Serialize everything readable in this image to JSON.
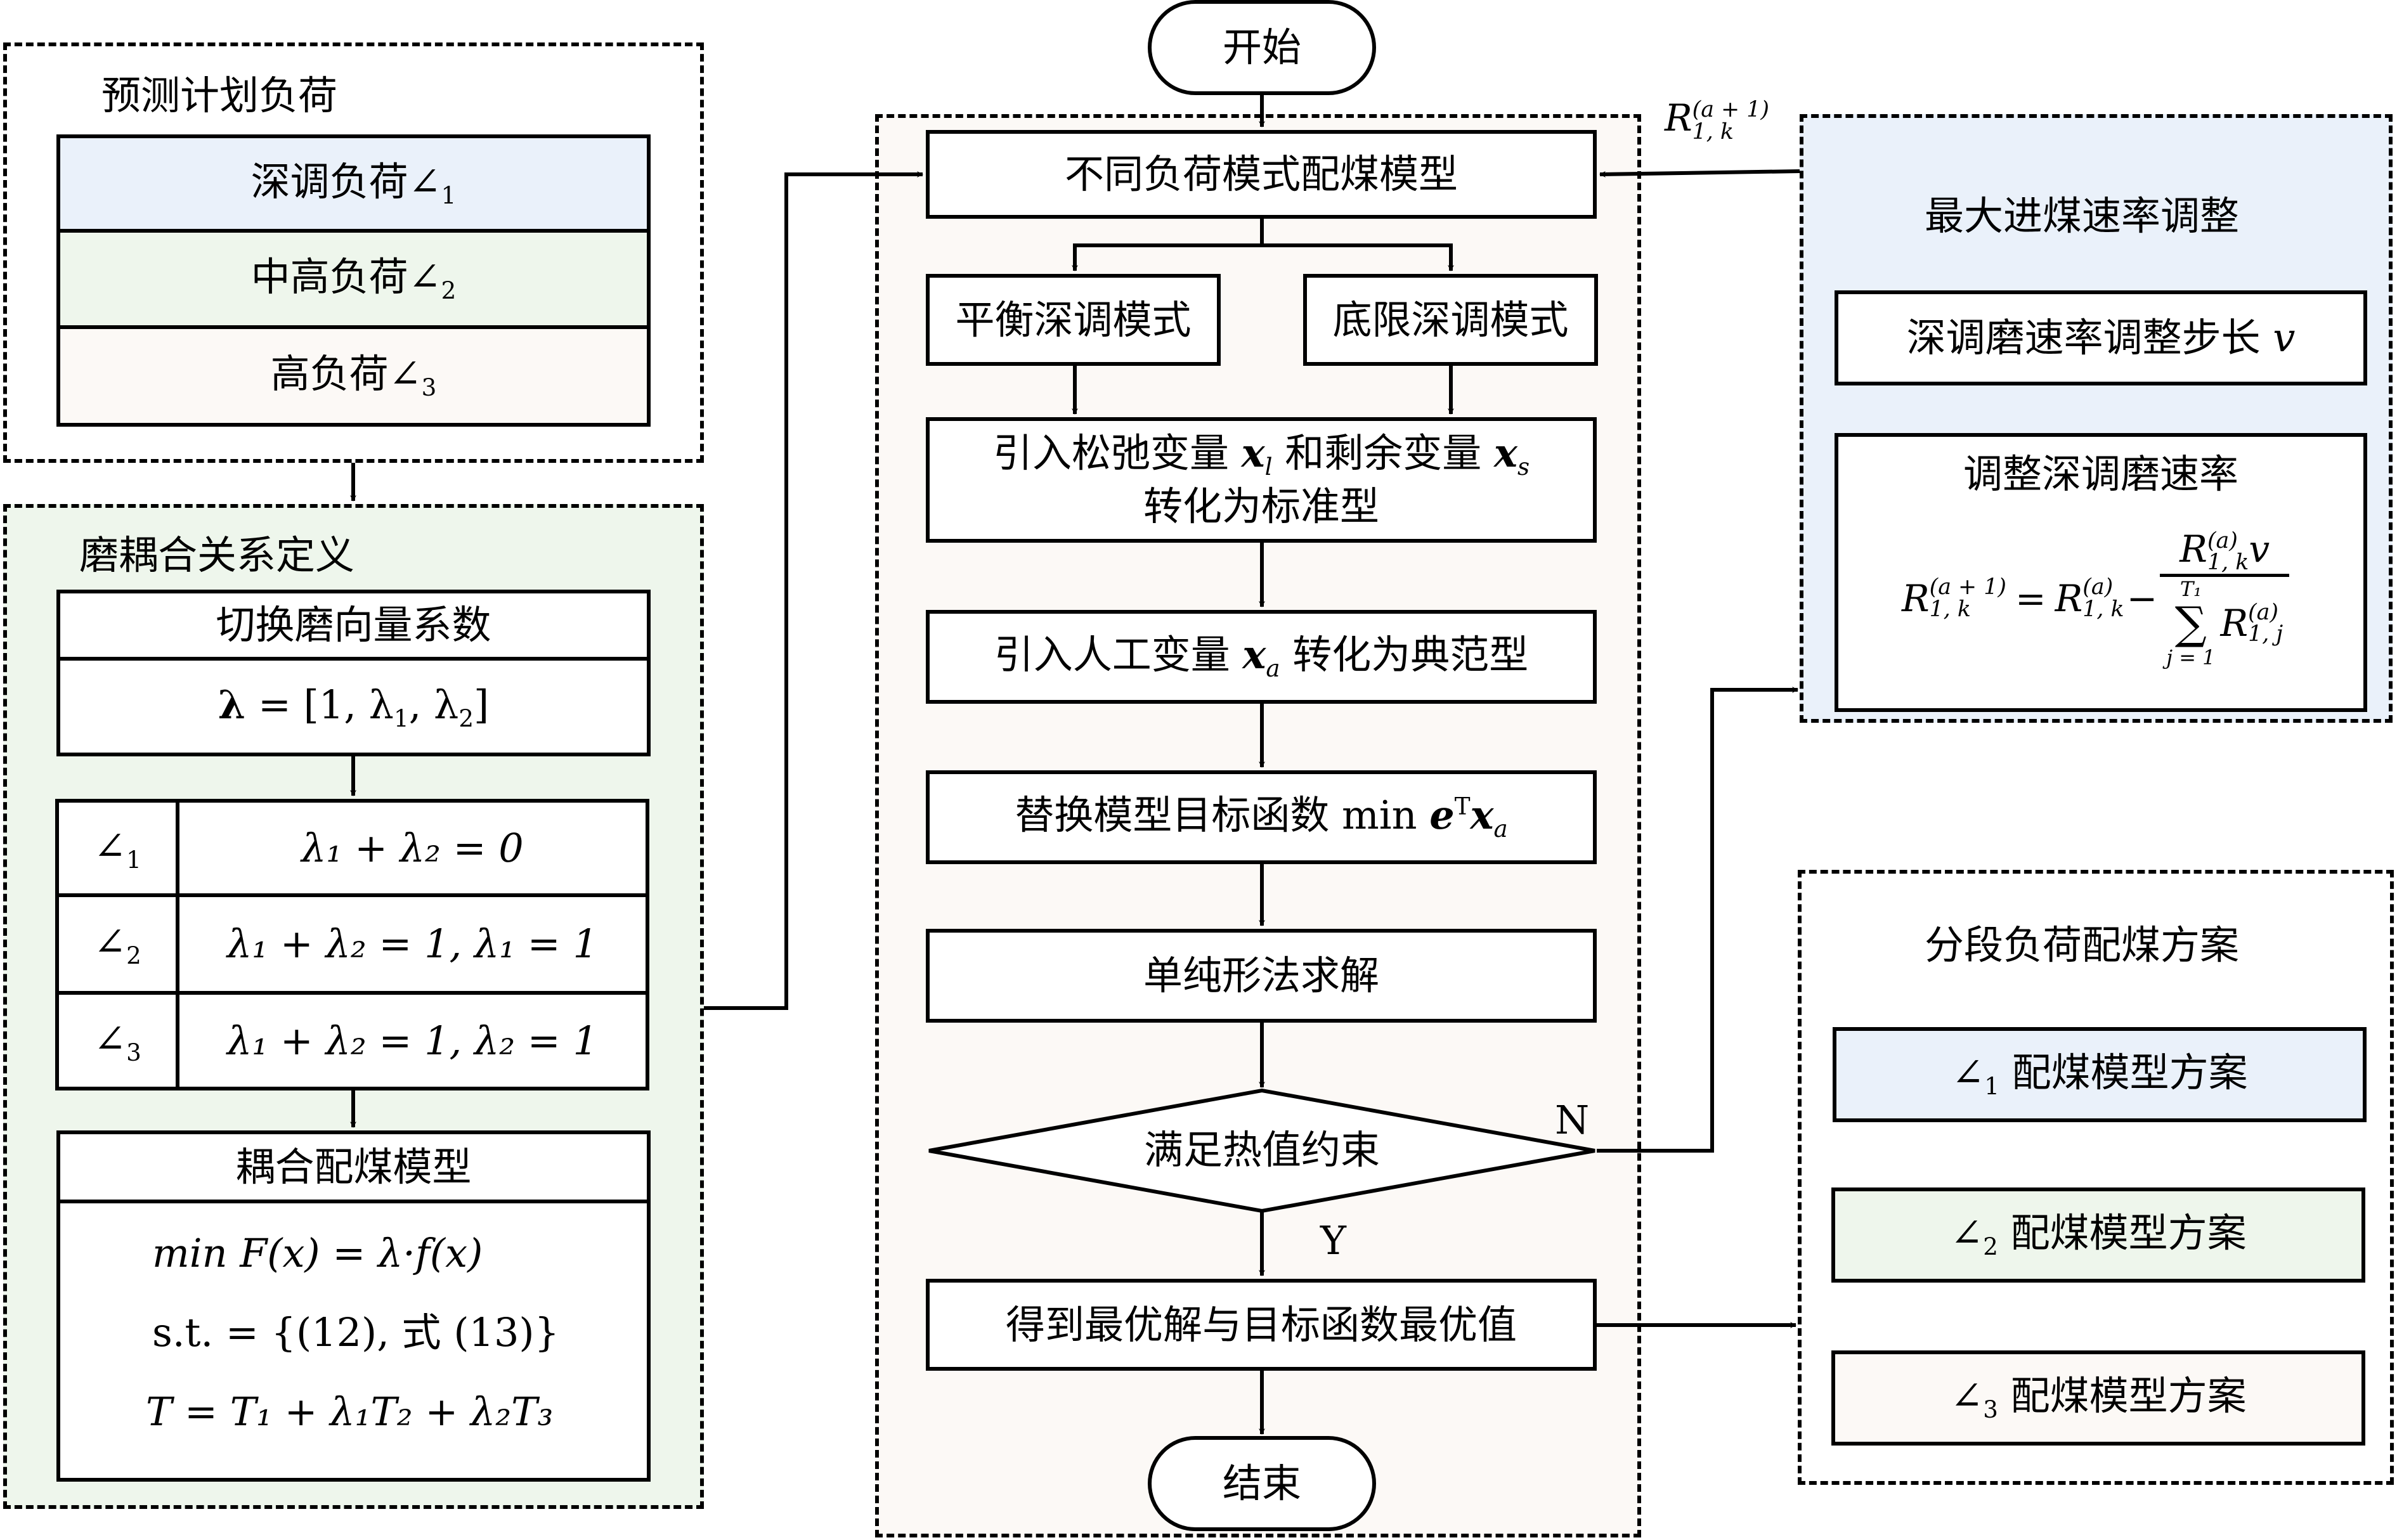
{
  "colors": {
    "blue_fill": "#eaf1fa",
    "green_fill": "#eef6ec",
    "beige_fill": "#fcf9f6",
    "stroke": "#000000"
  },
  "forecast_load": {
    "title": "预测计划负荷",
    "rows": [
      {
        "label": "深调负荷",
        "symbol": "∠",
        "index": "1"
      },
      {
        "label": "中高负荷",
        "symbol": "∠",
        "index": "2"
      },
      {
        "label": "高负荷",
        "symbol": "∠",
        "index": "3"
      }
    ]
  },
  "coupling": {
    "title": "磨耦合关系定义",
    "vector_header": "切换磨向量系数",
    "vector_formula": {
      "lhs": "λ",
      "eq": " = [1, λ",
      "s1": "1",
      "mid": ", λ",
      "s2": "2",
      "end": "]"
    },
    "conditions": [
      {
        "symbol": "∠",
        "index": "1",
        "expr": "λ₁ + λ₂ = 0"
      },
      {
        "symbol": "∠",
        "index": "2",
        "expr": "λ₁ + λ₂ = 1, λ₁ = 1"
      },
      {
        "symbol": "∠",
        "index": "3",
        "expr": "λ₁ + λ₂ = 1, λ₂ = 1"
      }
    ],
    "model_header": "耦合配煤模型",
    "model_lines": [
      "min F(x) = λ·f(x)",
      "s.t. = {(12), 式 (13)}",
      "T = T₁ + λ₁T₂ + λ₂T₃"
    ]
  },
  "flow": {
    "start": "开始",
    "end": "结束",
    "node_models": "不同负荷模式配煤模型",
    "mode_balance": "平衡深调模式",
    "mode_floor": "底限深调模式",
    "node_slack": {
      "line1_a": "引入松弛变量 ",
      "x": "x",
      "sub_l": "l",
      "line1_b": " 和剩余变量 ",
      "sub_s": "s",
      "line2": "转化为标准型"
    },
    "node_artificial": {
      "a": "引入人工变量 ",
      "x": "x",
      "sub": "a",
      "b": " 转化为典范型"
    },
    "node_objective": {
      "a": "替换模型目标函数 min ",
      "e": "e",
      "sup": "T",
      "x": "x",
      "sub": "a"
    },
    "node_simplex": "单纯形法求解",
    "decision": "满足热值约束",
    "yes": "Y",
    "no": "N",
    "node_optimal": "得到最优解与目标函数最优值"
  },
  "feedback_label": {
    "R": "R",
    "sup": "(a + 1)",
    "sub": "1, k"
  },
  "rate_adjust": {
    "title": "最大进煤速率调整",
    "step_box": {
      "text": "深调磨速率调整步长 ",
      "var": "v"
    },
    "adjust_box": {
      "title": "调整深调磨速率",
      "formula_desc": "R(a+1)_{1,k} = R(a)_{1,k} − R(a)_{1,k}·v / Σ_{j=1}^{T1} R(a)_{1,j}"
    }
  },
  "plans": {
    "title": "分段负荷配煤方案",
    "items": [
      {
        "symbol": "∠",
        "index": "1",
        "label": " 配煤模型方案"
      },
      {
        "symbol": "∠",
        "index": "2",
        "label": " 配煤模型方案"
      },
      {
        "symbol": "∠",
        "index": "3",
        "label": " 配煤模型方案"
      }
    ]
  }
}
